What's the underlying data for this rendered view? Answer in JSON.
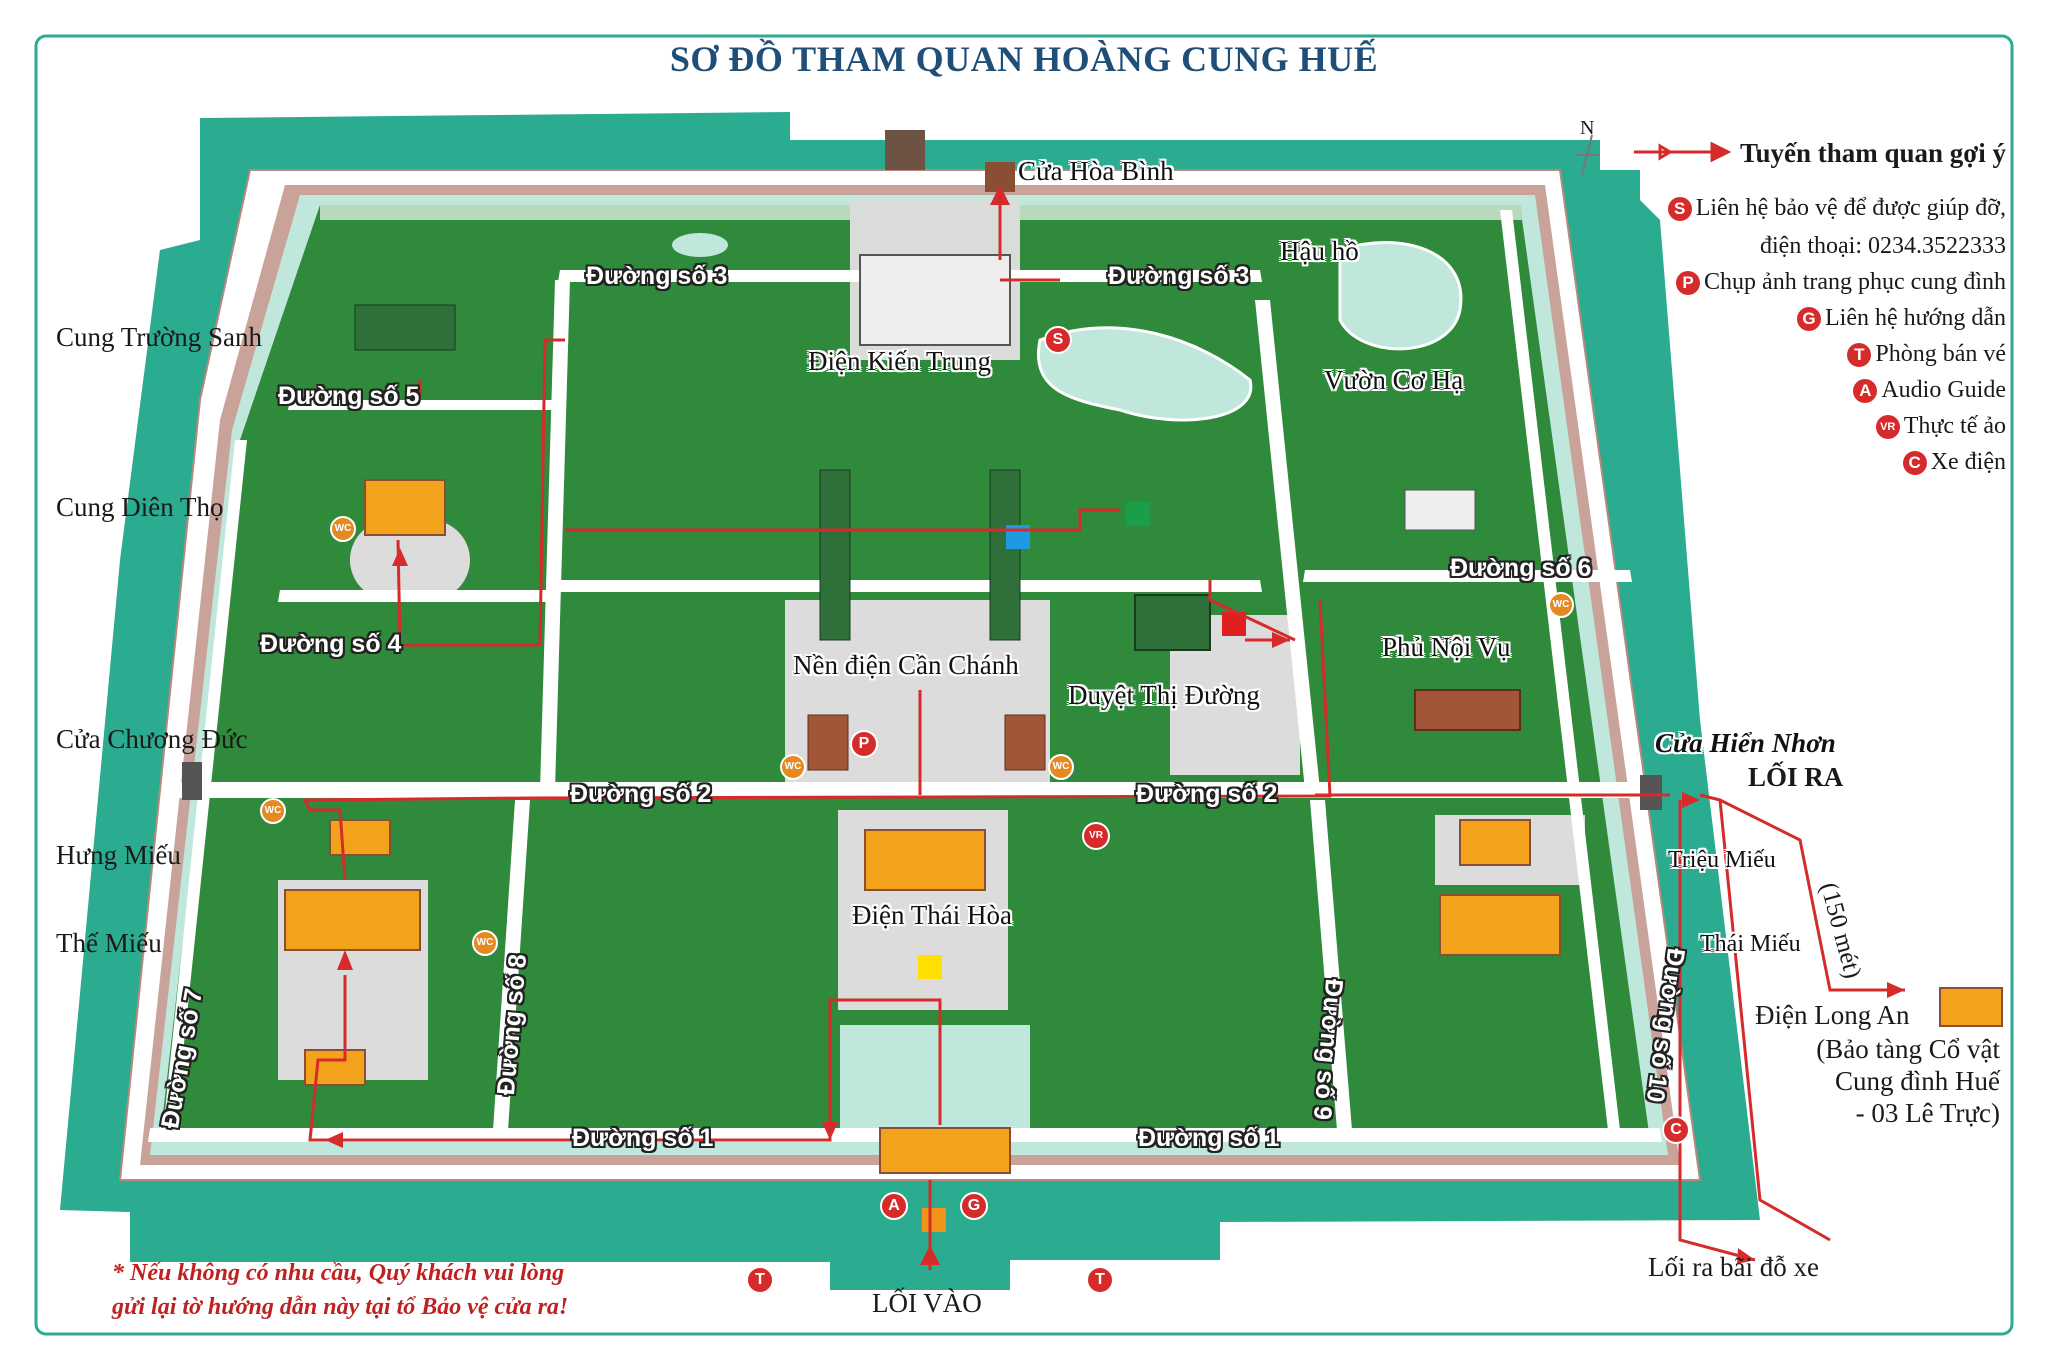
{
  "title": "SƠ ĐỒ THAM QUAN HOÀNG CUNG HUẾ",
  "compass": "N",
  "colors": {
    "moat": "#2bab8f",
    "moat_light": "#bfe7dc",
    "ground": "#2f8a3b",
    "wall": "#c9a39a",
    "route": "#d62b2b",
    "roof": "#f2a31b"
  },
  "legend": {
    "route": "Tuyến tham quan gợi ý",
    "security_line1": "Liên hệ bảo vệ để được giúp đỡ,",
    "security_line2": "điện thoại: 0234.3522333",
    "photo": "Chụp ảnh trang phục cung đình",
    "guide": "Liên hệ hướng dẫn",
    "ticket": "Phòng bán vé",
    "audio": "Audio Guide",
    "vr": "Thực tế ảo",
    "car": "Xe điện",
    "codes": {
      "security": "S",
      "photo": "P",
      "guide": "G",
      "ticket": "T",
      "audio": "A",
      "vr": "VR",
      "car": "C",
      "wc": "WC"
    }
  },
  "places": {
    "cua_hoa_binh": "Cửa Hòa Bình",
    "dien_kien_trung": "Điện Kiến Trung",
    "hau_ho": "Hậu hồ",
    "vuon_co_ha": "Vườn Cơ Hạ",
    "cung_truong_sanh": "Cung Trường Sanh",
    "cung_dien_tho": "Cung Diên Thọ",
    "cua_chuong_duc": "Cửa Chương Đức",
    "hung_mieu": "Hưng Miếu",
    "the_mieu": "Thế Miếu",
    "nen_dien_can_chanh": "Nền điện Cần Chánh",
    "duyet_thi_duong": "Duyệt Thị Đường",
    "phu_noi_vu": "Phủ Nội Vụ",
    "cua_hien_nhon": "Cửa Hiển Nhơn",
    "loi_ra": "LỐI RA",
    "trieu_mieu": "Triệu Miếu",
    "thai_mieu": "Thái Miếu",
    "dien_thai_hoa": "Điện Thái Hòa",
    "loi_vao": "LỐI VÀO",
    "distance": "(150 mét)",
    "dien_long_an": "Điện Long An",
    "museum_line1": "(Bảo tàng Cổ vật",
    "museum_line2": "Cung đình Huế",
    "museum_line3": "- 03 Lê Trực)",
    "parking_exit": "Lối ra bãi đỗ xe"
  },
  "roads": {
    "r1": "Đường số 1",
    "r2": "Đường số 2",
    "r3": "Đường số 3",
    "r4": "Đường số 4",
    "r5": "Đường số 5",
    "r6": "Đường số 6",
    "r7": "Đường số 7",
    "r8": "Đường số 8",
    "r9": "Đường số 9",
    "r10": "Đường số 10"
  },
  "note": {
    "line1": "* Nếu không có nhu cầu, Quý khách vui lòng",
    "line2": "gửi lại tờ hướng dẫn này tại tổ Bảo vệ cửa ra!"
  }
}
